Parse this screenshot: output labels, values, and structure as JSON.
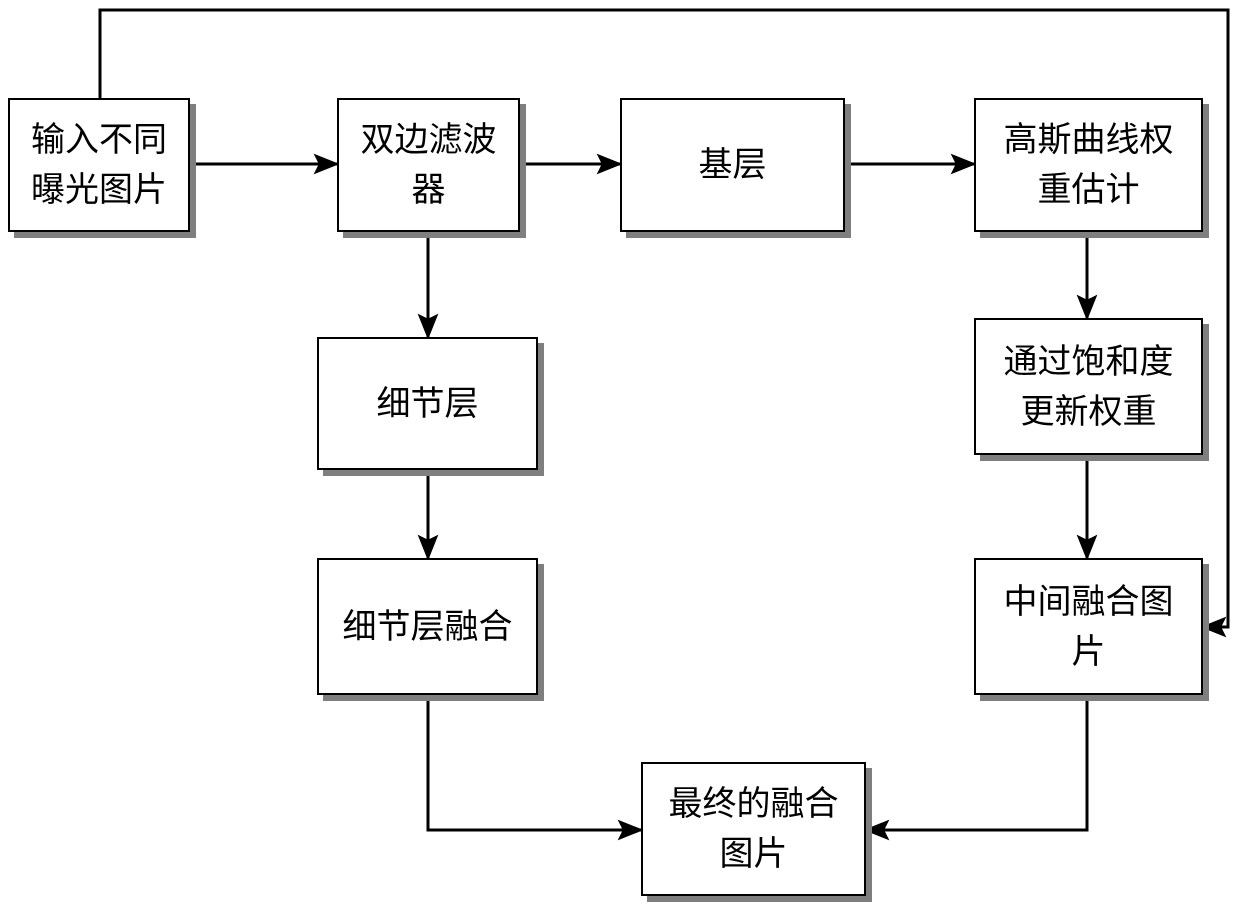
{
  "nodes": {
    "input": [
      "输入不同",
      "曝光图片"
    ],
    "bilateral": [
      "双边滤波",
      "器"
    ],
    "base": [
      "基层"
    ],
    "gaussian": [
      "高斯曲线权",
      "重估计"
    ],
    "saturation": [
      "通过饱和度",
      "更新权重"
    ],
    "detail": [
      "细节层"
    ],
    "detail_fusion": [
      "细节层融合"
    ],
    "intermediate": [
      "中间融合图",
      "片"
    ],
    "final": [
      "最终的融合",
      "图片"
    ]
  },
  "edges": [
    {
      "from": "input",
      "to": "bilateral"
    },
    {
      "from": "bilateral",
      "to": "base"
    },
    {
      "from": "base",
      "to": "gaussian"
    },
    {
      "from": "gaussian",
      "to": "saturation"
    },
    {
      "from": "saturation",
      "to": "intermediate"
    },
    {
      "from": "input",
      "to": "intermediate"
    },
    {
      "from": "bilateral",
      "to": "detail"
    },
    {
      "from": "detail",
      "to": "detail_fusion"
    },
    {
      "from": "detail_fusion",
      "to": "final"
    },
    {
      "from": "intermediate",
      "to": "final"
    }
  ]
}
